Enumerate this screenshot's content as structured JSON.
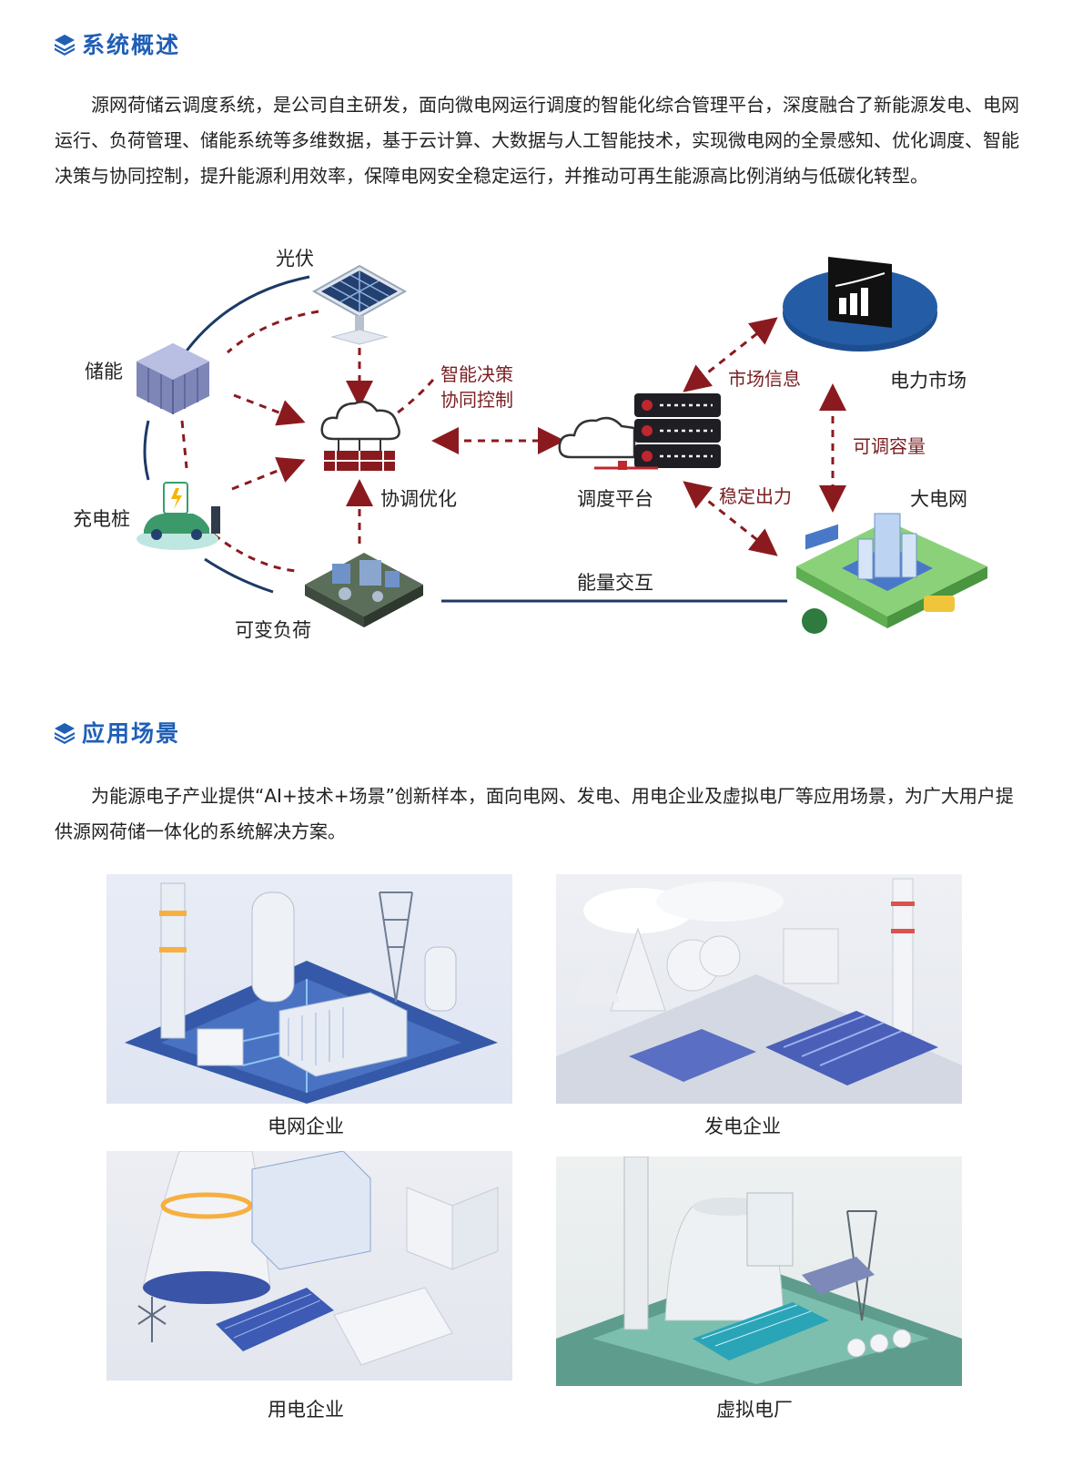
{
  "overview": {
    "title": "系统概述",
    "paragraph": "源网荷储云调度系统，是公司自主研发，面向微电网运行调度的智能化综合管理平台，深度融合了新能源发电、电网运行、负荷管理、储能系统等多维数据，基于云计算、大数据与人工智能技术，实现微电网的全景感知、优化调度、智能决策与协同控制，提升能源利用效率，保障电网安全稳定运行，并推动可再生能源高比例消纳与低碳化转型。"
  },
  "diagram": {
    "nodes": {
      "pv": "光伏",
      "storage": "储能",
      "charger": "充电桩",
      "load": "可变负荷",
      "optimize": "协调优化",
      "dispatch": "调度平台",
      "market": "电力市场",
      "grid": "大电网"
    },
    "edges": {
      "decision_line1": "智能决策",
      "decision_line2": "协同控制",
      "market_info": "市场信息",
      "capacity": "可调容量",
      "stable_output": "稳定出力",
      "energy_exchange": "能量交互"
    }
  },
  "applications": {
    "title": "应用场景",
    "paragraph": "为能源电子产业提供“AI+技术+场景”创新样本，面向电网、发电、用电企业及虚拟电厂等应用场景，为广大用户提供源网荷储一体化的系统解决方案。",
    "scenes": [
      {
        "caption": "电网企业"
      },
      {
        "caption": "发电企业"
      },
      {
        "caption": "用电企业"
      },
      {
        "caption": "虚拟电厂"
      }
    ]
  },
  "colors": {
    "accent": "#1f5fb6",
    "arrow_red": "#8b1a1f",
    "arc_navy": "#1b3a66",
    "market_disc": "#1d4e8f"
  }
}
